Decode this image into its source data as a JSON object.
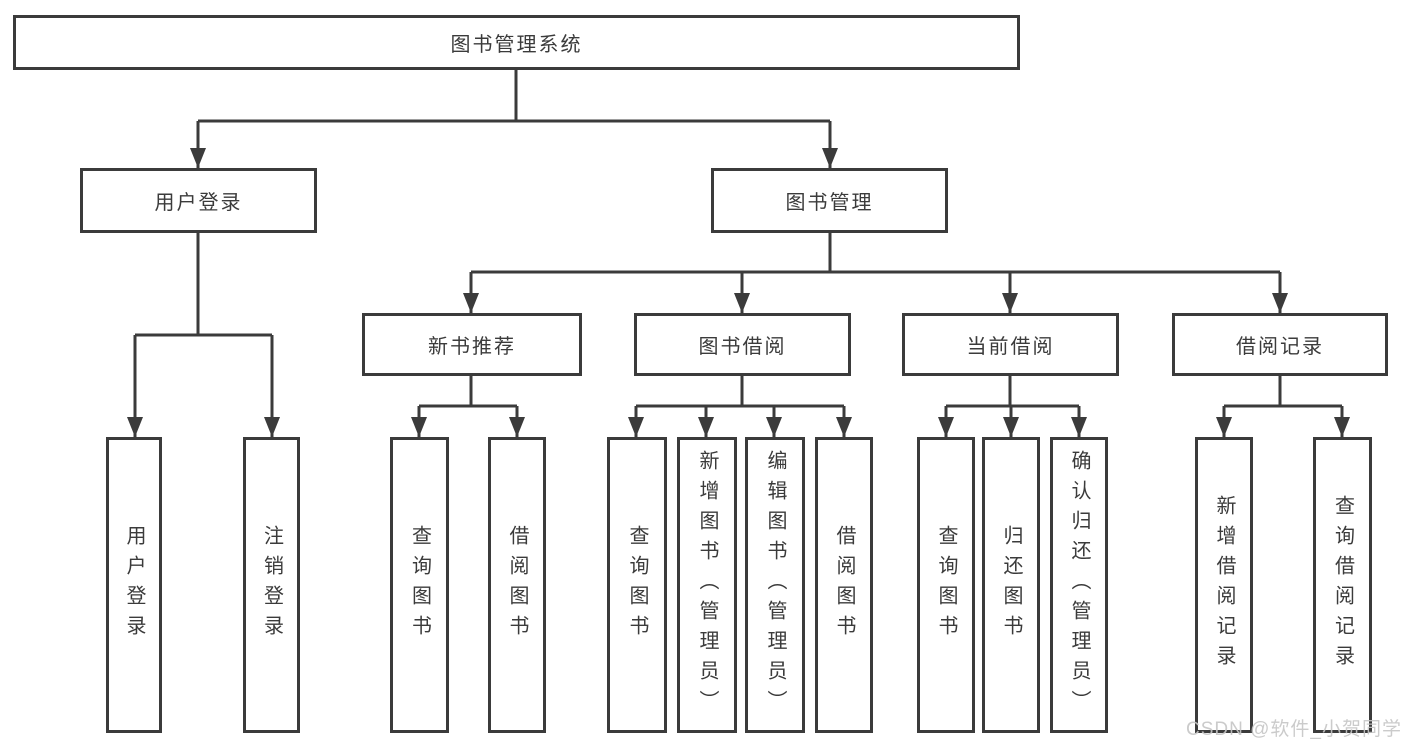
{
  "diagram": {
    "root": {
      "label": "图书管理系统"
    },
    "level2": [
      {
        "label": "用户登录"
      },
      {
        "label": "图书管理"
      }
    ],
    "level3": [
      {
        "label": "新书推荐"
      },
      {
        "label": "图书借阅"
      },
      {
        "label": "当前借阅"
      },
      {
        "label": "借阅记录"
      }
    ],
    "leaves": {
      "login": [
        "用户登录",
        "注销登录"
      ],
      "newbook": [
        "查询图书",
        "借阅图书"
      ],
      "borrow": [
        "查询图书",
        "新增图书（管理员）",
        "编辑图书（管理员）",
        "借阅图书"
      ],
      "current": [
        "查询图书",
        "归还图书",
        "确认归还（管理员）"
      ],
      "records": [
        "新增借阅记录",
        "查询借阅记录"
      ]
    }
  },
  "watermark": {
    "text": "CSDN @软件_小贺同学"
  },
  "colors": {
    "line": "#3b3b3b",
    "text": "#3b3b3b",
    "watermark": "#c6c6c6",
    "background": "#ffffff"
  }
}
